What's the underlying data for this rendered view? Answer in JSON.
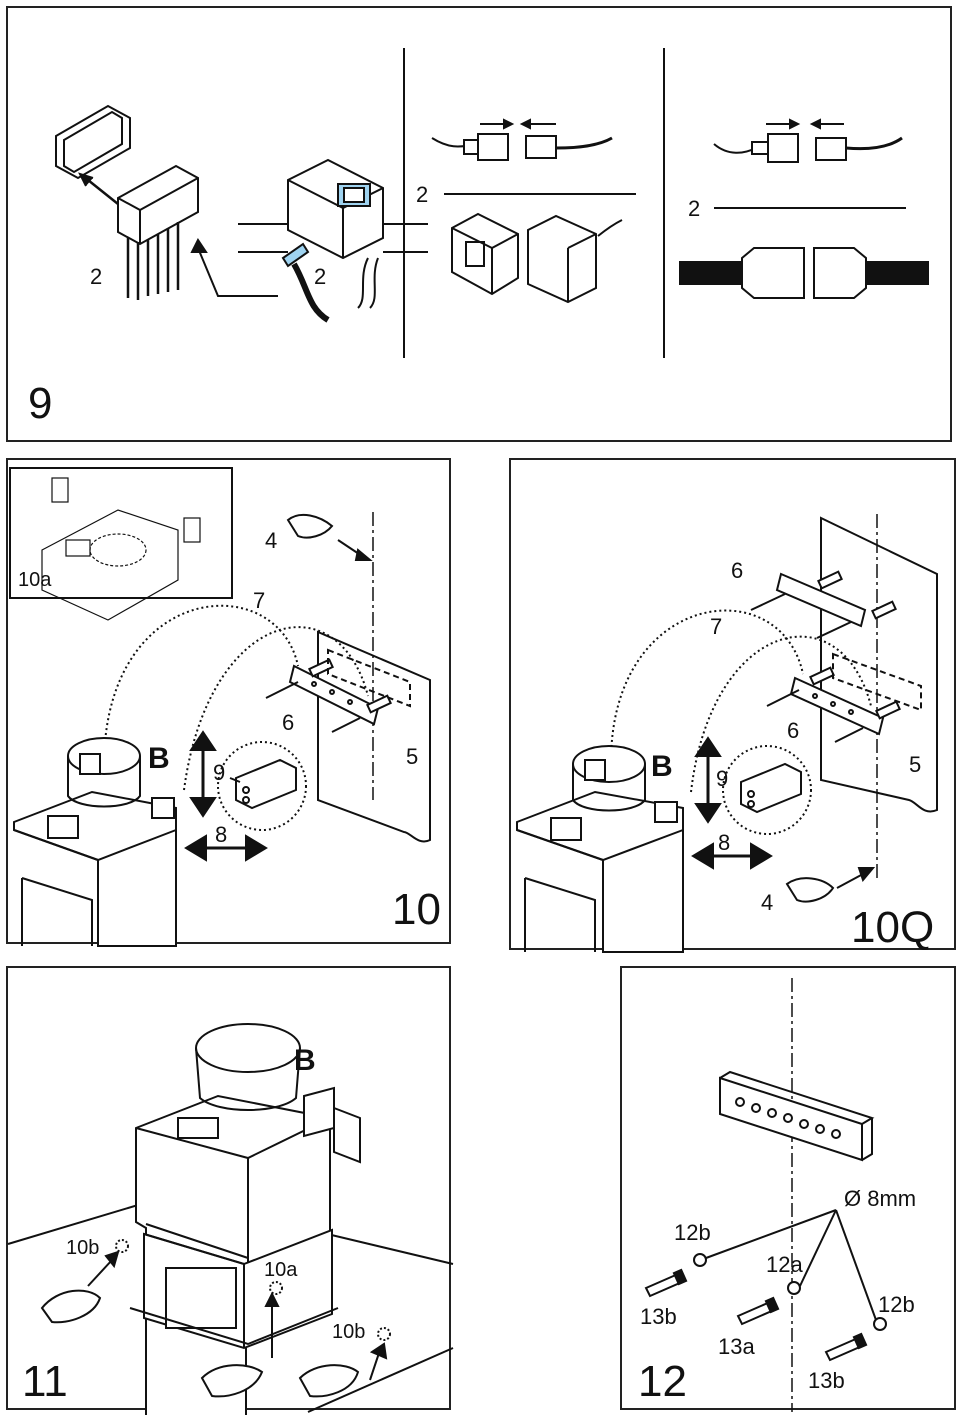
{
  "fig9": {
    "number": "9",
    "label_left_a": "2",
    "label_left_b": "2",
    "label_mid": "2",
    "label_right": "2"
  },
  "fig10": {
    "number": "10",
    "inset_label": "10a",
    "l4": "4",
    "l7": "7",
    "l6": "6",
    "l5": "5",
    "lB": "B",
    "l9": "9",
    "l8": "8"
  },
  "fig10q": {
    "number": "10Q",
    "l6a": "6",
    "l7": "7",
    "l6b": "6",
    "l5": "5",
    "lB": "B",
    "l9": "9",
    "l8": "8",
    "l4": "4"
  },
  "fig11": {
    "number": "11",
    "lB": "B",
    "l10b_a": "10b",
    "l10a": "10a",
    "l10b_b": "10b"
  },
  "fig12": {
    "number": "12",
    "dia": "Ø 8mm",
    "l12b_a": "12b",
    "l12a": "12a",
    "l12b_b": "12b",
    "l13b_a": "13b",
    "l13a": "13a",
    "l13b_b": "13b"
  }
}
